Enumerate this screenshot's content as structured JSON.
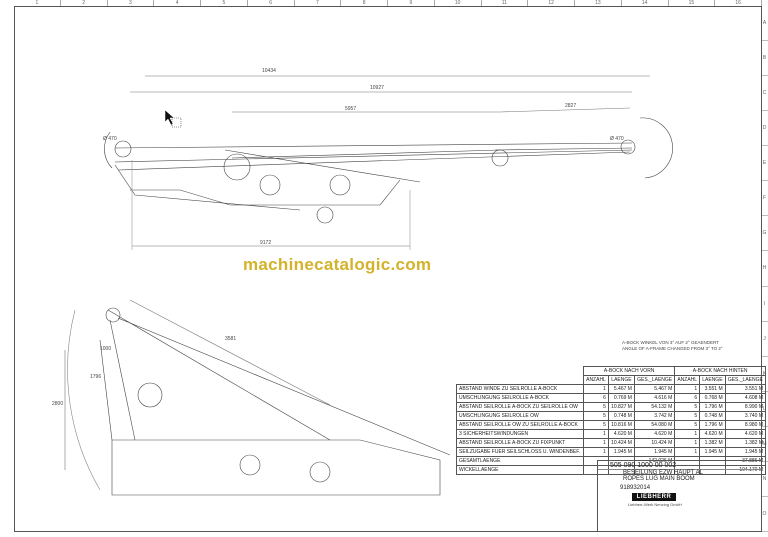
{
  "watermark": "machinecatalogic.com",
  "column_numbers": [
    "1",
    "2",
    "3",
    "4",
    "5",
    "6",
    "7",
    "8",
    "9",
    "10",
    "11",
    "12",
    "13",
    "14",
    "15",
    "16"
  ],
  "row_letters": [
    "A",
    "B",
    "C",
    "D",
    "E",
    "F",
    "G",
    "H",
    "I",
    "J",
    "K",
    "L",
    "M",
    "N",
    "O"
  ],
  "dimensions": {
    "overall": "10434",
    "span2": "10927",
    "span3": "5957",
    "span4": "2827",
    "span5": "9172",
    "left_radius": "Ø 470",
    "right_radius": "Ø 470",
    "lower_length": "3581",
    "lower_a": "1796",
    "lower_b": "1000",
    "lower_height": "2800"
  },
  "angle_note": {
    "de": "A-BOCK WINKEL VON 3° AUF 2° GEAENDERT",
    "en": "ANGLE OF A-FRAME CHANGED FROM 3° TO 2°"
  },
  "rope_table": {
    "group_front": "A-BOCK NACH VORN",
    "group_rear": "A-BOCK NACH HINTEN",
    "col_headers": [
      "ANZAHL",
      "LAENGE",
      "GES._LAENGE",
      "ANZAHL",
      "LAENGE",
      "GES._LAENGE"
    ],
    "rows": [
      {
        "label": "ABSTAND WINDE ZU SEILROLLE A-BOCK",
        "a1": "1",
        "l1": "5.467 M",
        "g1": "5.467 M",
        "a2": "1",
        "l2": "3.551 M",
        "g2": "3.551 M"
      },
      {
        "label": "UMSCHLINGUNG SEILROLLE A-BOCK",
        "a1": "6",
        "l1": "0.769 M",
        "g1": "4.616 M",
        "a2": "6",
        "l2": "0.768 M",
        "g2": "4.608 M"
      },
      {
        "label": "ABSTAND SEILROLLE A-BOCK ZU SEILROLLE OW",
        "a1": "5",
        "l1": "10.827 M",
        "g1": "54.132 M",
        "a2": "5",
        "l2": "1.796 M",
        "g2": "8.990 M"
      },
      {
        "label": "UMSCHLINGUNG SEILROLLE OW",
        "a1": "5",
        "l1": "0.748 M",
        "g1": "3.742 M",
        "a2": "5",
        "l2": "0.748 M",
        "g2": "3.740 M"
      },
      {
        "label": "ABSTAND SEILROLLE OW ZU SEILROLLE A-BOCK",
        "a1": "5",
        "l1": "10.816 M",
        "g1": "54.080 M",
        "a2": "5",
        "l2": "1.796 M",
        "g2": "8.980 M"
      },
      {
        "label": "3 SICHERHEITSWINDUNGEN",
        "a1": "1",
        "l1": "4.620 M",
        "g1": "4.620 M",
        "a2": "1",
        "l2": "4.620 M",
        "g2": "4.620 M"
      },
      {
        "label": "ABSTAND SEILROLLE A-BOCK ZU FIXPUNKT",
        "a1": "1",
        "l1": "10.424 M",
        "g1": "10.424 M",
        "a2": "1",
        "l2": "1.382 M",
        "g2": "1.382 M"
      },
      {
        "label": "SEILZUGABE FUER SEILSCHLOSS U. WINDENBEF.",
        "a1": "1",
        "l1": "1.945 M",
        "g1": "1.945 M",
        "a2": "1",
        "l2": "1.945 M",
        "g2": "1.945 M"
      }
    ],
    "total_label": "GESAMTLAENGE",
    "total_front": "142.026 M",
    "total_rear": "37.886 M",
    "winch_label": "WICKELLAENGE",
    "winch_rear": "104.170 M"
  },
  "title_block": {
    "drawing_no": "505 090 1000 00 002",
    "title_de": "BESEILUNG EZW HAUPT AL",
    "title_en": "ROPES LUG MAIN BOOM",
    "id_no": "918932014",
    "company_logo": "LIEBHERR",
    "company": "Liebherr-Werk Nenzing GmbH"
  }
}
